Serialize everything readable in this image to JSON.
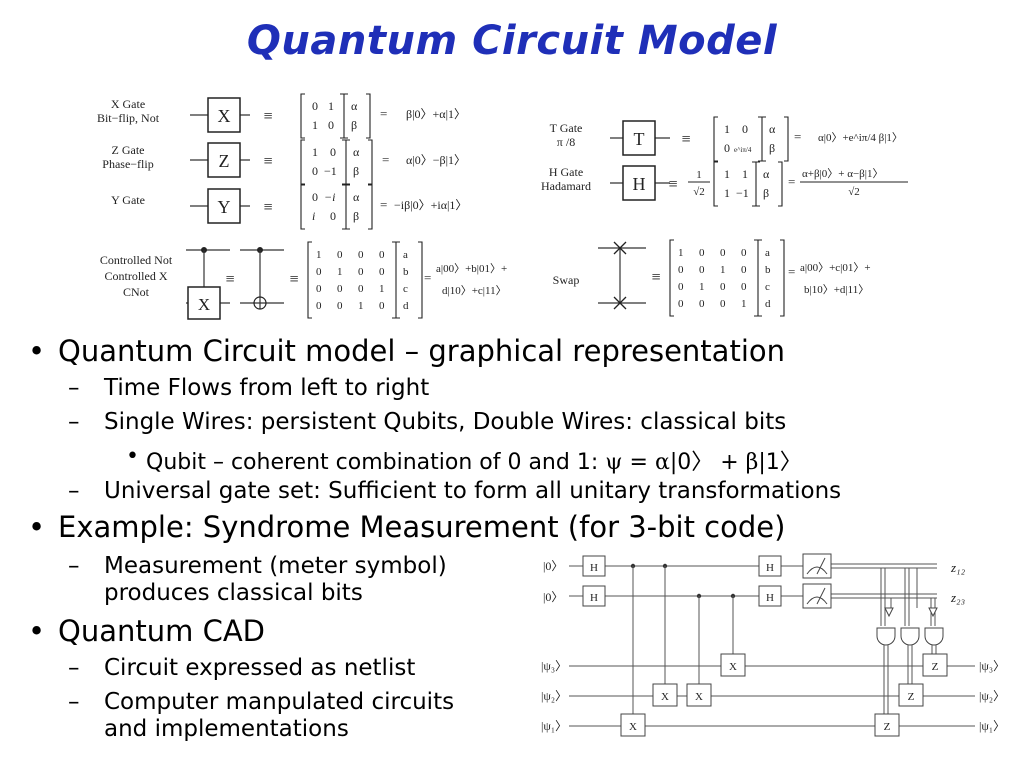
{
  "slide": {
    "title": "Quantum Circuit Model"
  },
  "gates": {
    "x": {
      "label1": "X Gate",
      "label2": "Bit−flip, Not",
      "box": "X",
      "m": [
        "0",
        "1",
        "1",
        "0"
      ],
      "v": [
        "α",
        "β"
      ],
      "res": "β|0〉+α|1〉"
    },
    "z": {
      "label1": "Z Gate",
      "label2": "Phase−flip",
      "box": "Z",
      "m": [
        "1",
        "0",
        "0",
        "−1"
      ],
      "v": [
        "α",
        "β"
      ],
      "res": "α|0〉−β|1〉"
    },
    "y": {
      "label1": "Y Gate",
      "box": "Y",
      "m": [
        "0",
        "−i",
        "i",
        "0"
      ],
      "v": [
        "α",
        "β"
      ],
      "res": "−iβ|0〉+iα|1〉"
    },
    "t": {
      "label1": "T Gate",
      "label2": "π /8",
      "box": "T",
      "m": [
        "1",
        "0",
        "0",
        "e^iπ/4"
      ],
      "v": [
        "α",
        "β"
      ],
      "res": "α|0〉+e^iπ/4 β|1〉"
    },
    "h": {
      "label1": "H Gate",
      "label2": "Hadamard",
      "box": "H",
      "pre_num": "1",
      "pre_den": "√2",
      "m": [
        "1",
        "1",
        "1",
        "−1"
      ],
      "v": [
        "α",
        "β"
      ],
      "res_num": "α+β|0〉+ α−β|1〉",
      "res_den": "√2"
    },
    "cnot": {
      "label1": "Controlled Not",
      "label2": "Controlled X",
      "label3": "CNot",
      "box": "X",
      "rows": [
        [
          "1",
          "0",
          "0",
          "0"
        ],
        [
          "0",
          "1",
          "0",
          "0"
        ],
        [
          "0",
          "0",
          "0",
          "1"
        ],
        [
          "0",
          "0",
          "1",
          "0"
        ]
      ],
      "v": [
        "a",
        "b",
        "c",
        "d"
      ],
      "res1": "a|00〉+b|01〉+",
      "res2": "d|10〉+c|11〉"
    },
    "swap": {
      "label1": "Swap",
      "rows": [
        [
          "1",
          "0",
          "0",
          "0"
        ],
        [
          "0",
          "0",
          "1",
          "0"
        ],
        [
          "0",
          "1",
          "0",
          "0"
        ],
        [
          "0",
          "0",
          "0",
          "1"
        ]
      ],
      "v": [
        "a",
        "b",
        "c",
        "d"
      ],
      "res1": "a|00〉+c|01〉+",
      "res2": "b|10〉+d|11〉"
    },
    "equiv": "≡",
    "equals": "="
  },
  "bullets": {
    "b1": "Quantum Circuit model – graphical representation",
    "b1_1": "Time Flows from left to right",
    "b1_2": "Single Wires: persistent Qubits, Double Wires: classical bits",
    "b1_2_1": "Qubit – coherent combination of 0 and 1:",
    "b1_2_1_psi": "ψ",
    "b1_2_1_eq": "=",
    "b1_2_1_alpha": "α",
    "b1_2_1_ket0": "|0〉",
    "b1_2_1_plus": "+",
    "b1_2_1_beta": "β",
    "b1_2_1_ket1": "|1〉",
    "b1_3": "Universal gate set: Sufficient to form all unitary transformations",
    "b2": "Example: Syndrome Measurement (for 3-bit code)",
    "b2_1a": "Measurement (meter symbol)",
    "b2_1b": "produces classical bits",
    "b3": "Quantum CAD",
    "b3_1": "Circuit expressed as netlist",
    "b3_2a": "Computer manpulated circuits",
    "b3_2b": "and implementations"
  },
  "syndrome": {
    "in": [
      "|0〉",
      "|0〉",
      "|ψ₃〉",
      "|ψ₂〉",
      "|ψ₁〉"
    ],
    "out": [
      "z₁₂",
      "z₂₃",
      "|ψ₃〉",
      "|ψ₂〉",
      "|ψ₁〉"
    ],
    "h": "H",
    "x": "X",
    "z": "Z"
  }
}
